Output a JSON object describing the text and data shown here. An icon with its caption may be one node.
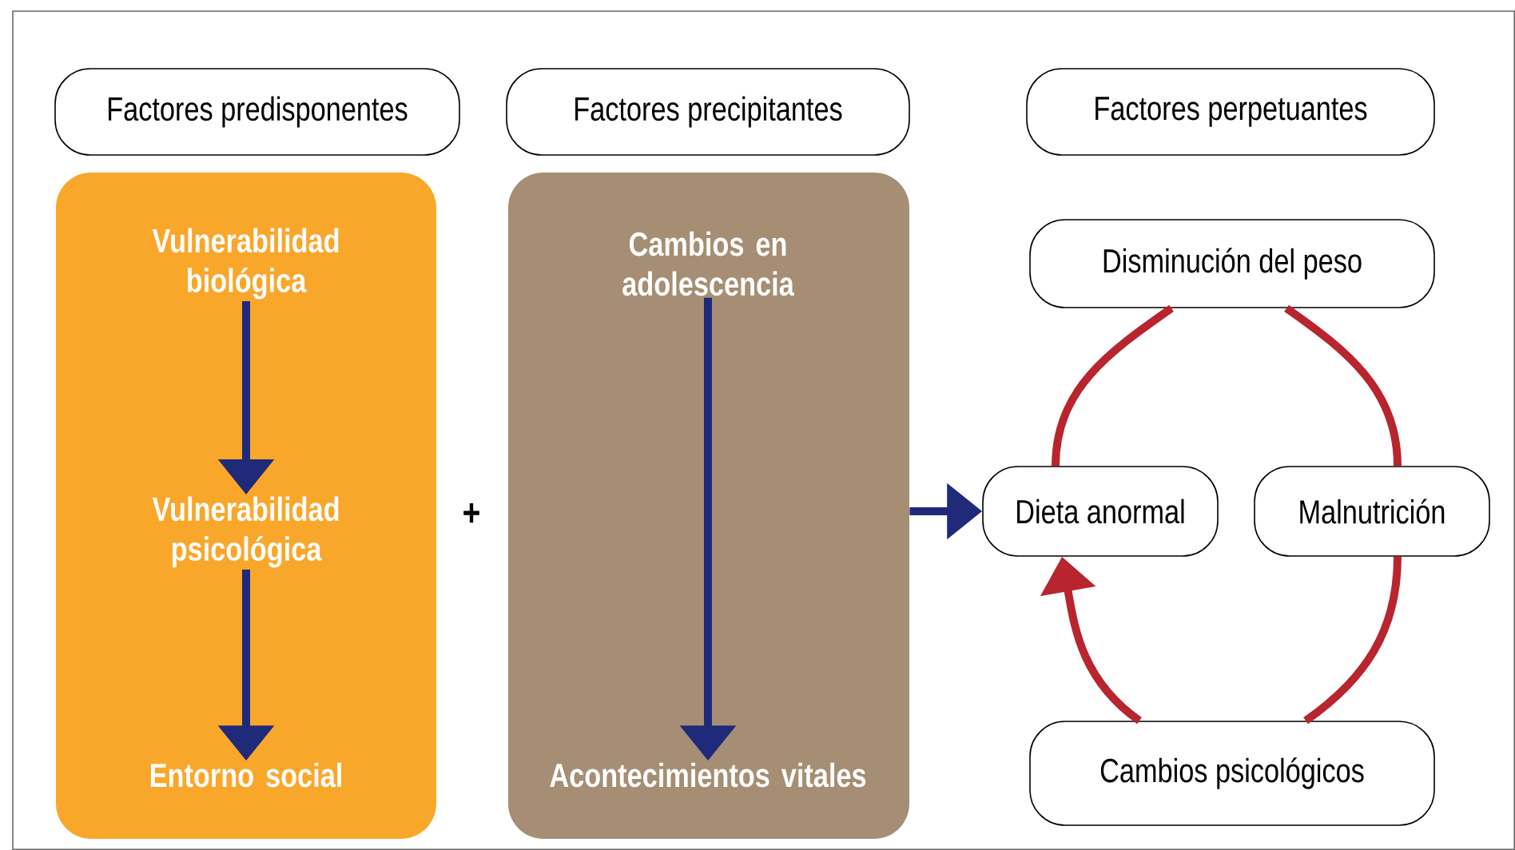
{
  "diagram": {
    "nodes": [
      {
        "text": [
          "Factores predisponentes"
        ]
      },
      {
        "text": [
          "Factores precipitantes"
        ]
      },
      {
        "text": [
          "Factores perpetuantes"
        ]
      },
      {
        "text": [],
        "shape": "box"
      },
      {
        "text": [
          "Vulnerabilidad biológica"
        ],
        "in": 3
      },
      {
        "text": [
          "Vulnerabilidad psicológica"
        ],
        "in": 3
      },
      {
        "text": [
          "Entorno social"
        ],
        "in": 3
      },
      {
        "text": [],
        "shape": "box"
      },
      {
        "text": [
          "Cambios en adolescencia"
        ],
        "in": 7
      },
      {
        "text": [
          "Acontecimientos vitales"
        ],
        "in": 7
      },
      {
        "text": [
          "Disminución del peso"
        ]
      },
      {
        "text": [
          "Dieta anormal"
        ]
      },
      {
        "text": [
          "Malnutrición"
        ]
      },
      {
        "text": [
          "Cambios psicológicos"
        ]
      }
    ],
    "edges": [
      {
        "from": 4,
        "to": 5,
        "arrow": "to"
      },
      {
        "from": 5,
        "to": 6,
        "arrow": "to"
      },
      {
        "from": 8,
        "to": 9,
        "arrow": "to"
      },
      {
        "from": 7,
        "to": 11,
        "arrow": "to"
      },
      {
        "from": 11,
        "to": 10,
        "arrow": "none",
        "color": "#b8252f"
      },
      {
        "from": 10,
        "to": 12,
        "arrow": "none",
        "color": "#b8252f"
      },
      {
        "from": 12,
        "to": 13,
        "arrow": "none",
        "color": "#b8252f"
      },
      {
        "from": 13,
        "to": 11,
        "arrow": "to",
        "color": "#b8252f"
      }
    ],
    "labels": [
      "+"
    ]
  }
}
